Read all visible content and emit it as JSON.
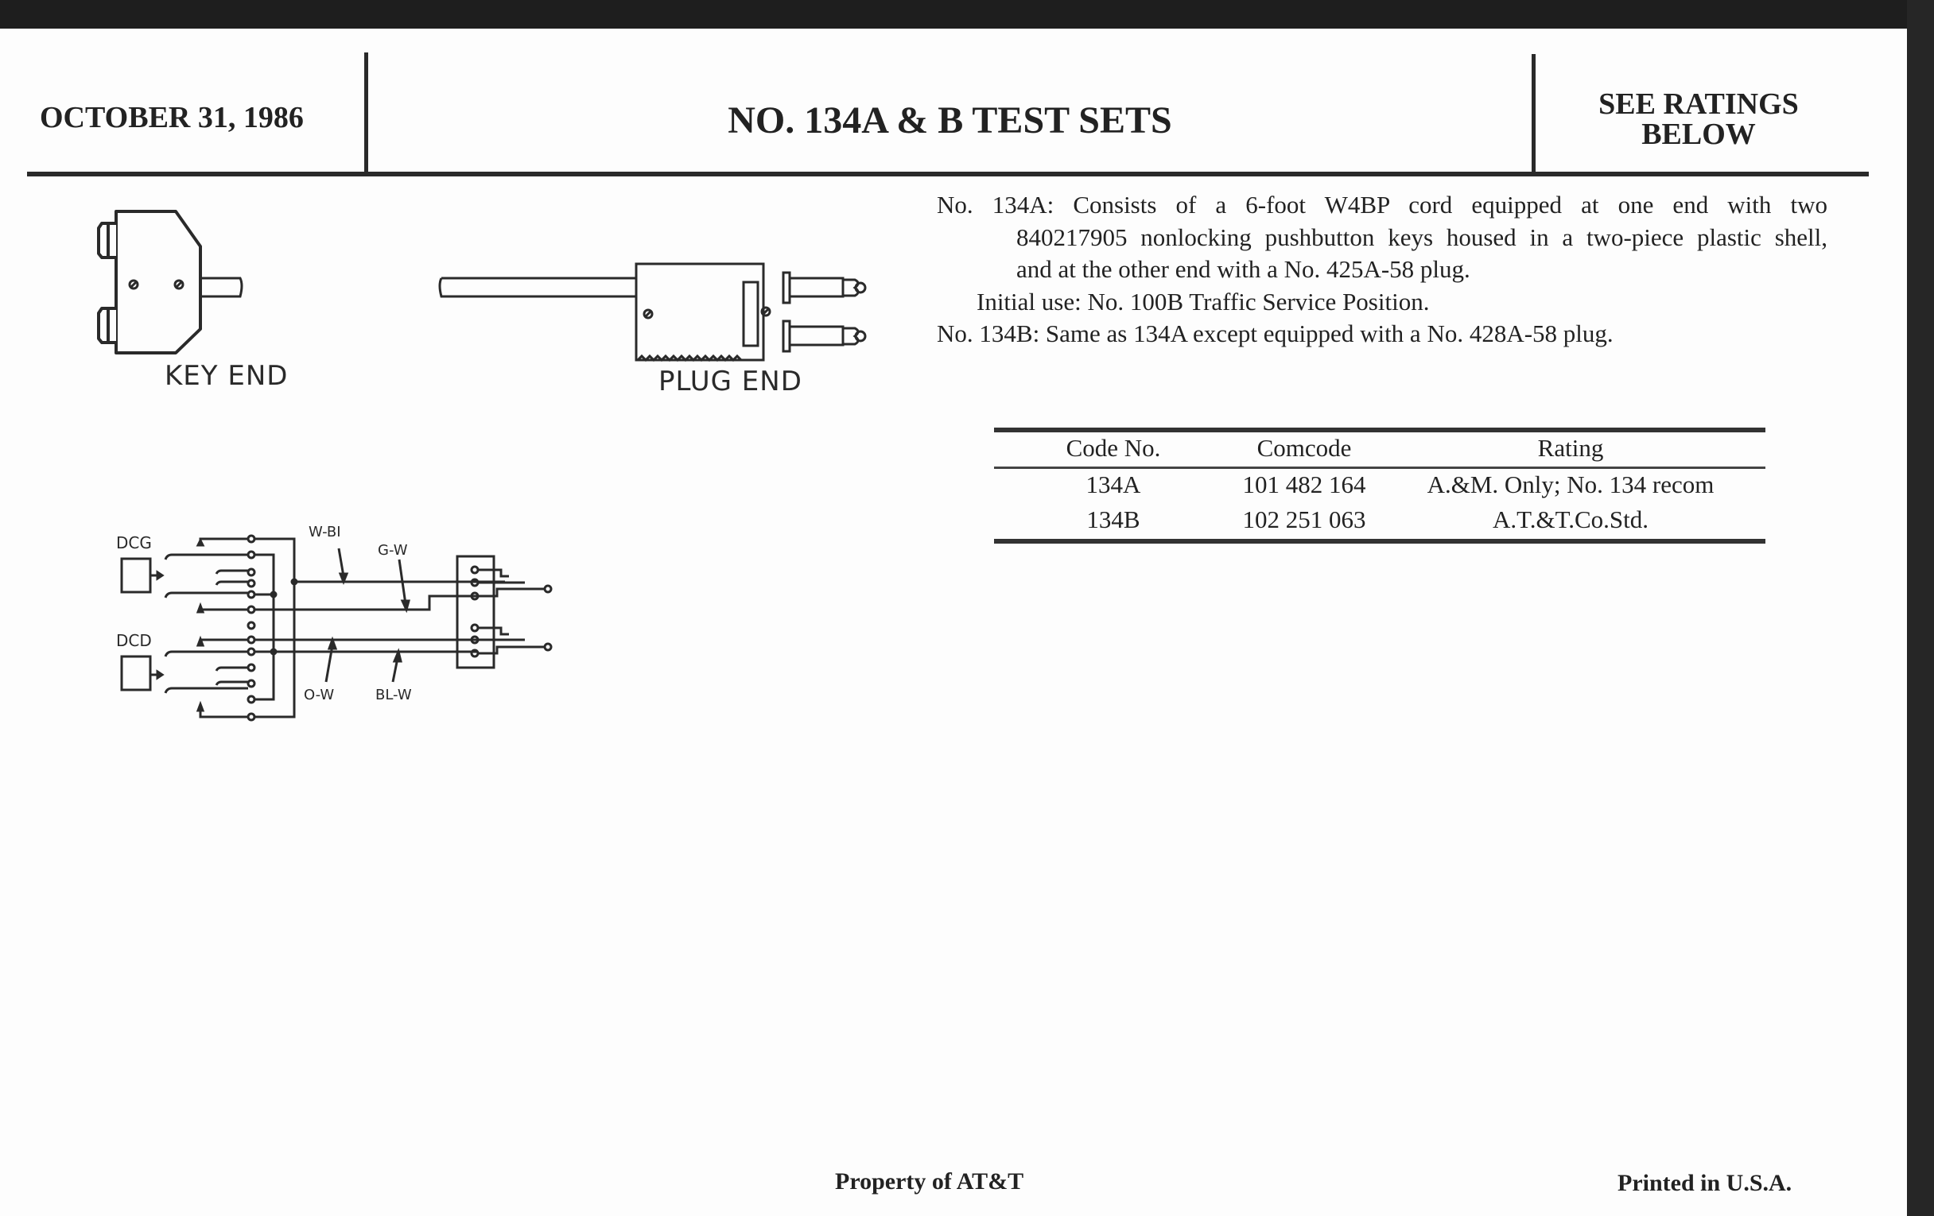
{
  "header": {
    "date": "OCTOBER 31, 1986",
    "title": "NO. 134A & B TEST SETS",
    "rating_line1": "SEE RATINGS",
    "rating_line2": "BELOW"
  },
  "illustration": {
    "key_end_label": "KEY END",
    "plug_end_label": "PLUG END"
  },
  "schematic": {
    "labels": {
      "dcg": "DCG",
      "dcd": "DCD",
      "w_bl": "W-BI",
      "g_w": "G-W",
      "o_w": "O-W",
      "bl_w": "BL-W"
    }
  },
  "description": {
    "a_line1": "No. 134A: Consists of a 6-foot W4BP cord equipped at one end with two",
    "a_line2": "840217905 nonlocking pushbutton keys housed in a two-piece plastic shell,",
    "a_line3": "and at the other end with a No. 425A-58 plug.",
    "initial_use": "Initial use: No. 100B Traffic Service Position.",
    "b_line": "No. 134B: Same as 134A except equipped with a No. 428A-58 plug."
  },
  "ratings_table": {
    "headers": [
      "Code No.",
      "Comcode",
      "Rating"
    ],
    "rows": [
      [
        "134A",
        "101 482 164",
        "A.&M. Only; No. 134 recom"
      ],
      [
        "134B",
        "102 251 063",
        "A.T.&T.Co.Std."
      ]
    ]
  },
  "footer": {
    "property": "Property of AT&T",
    "printed": "Printed in U.S.A."
  }
}
